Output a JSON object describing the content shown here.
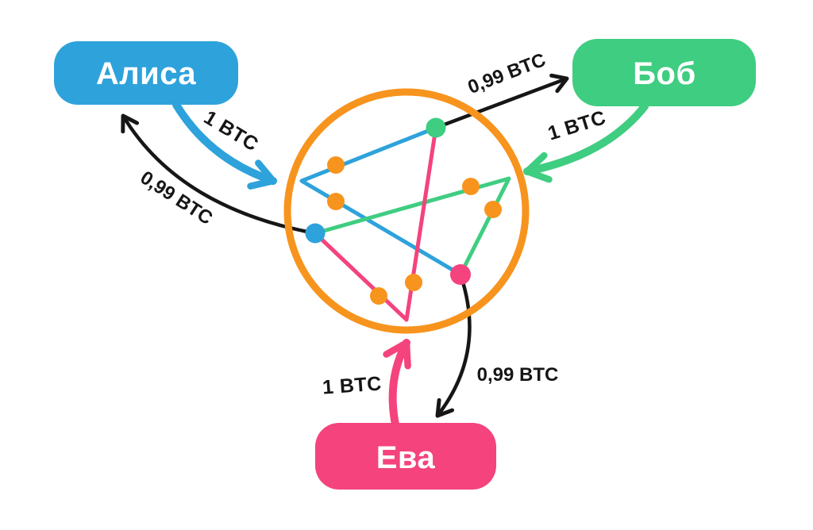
{
  "colors": {
    "alice_blue": "#2EA2DB",
    "bob_green": "#3FCD81",
    "eva_pink": "#F4437D",
    "mixer_orange": "#F7941E",
    "arrow_black": "#161616",
    "label_white": "#FFFFFF",
    "background": "#FFFFFF"
  },
  "participants": {
    "alice": {
      "label": "Алиса"
    },
    "bob": {
      "label": "Боб"
    },
    "eva": {
      "label": "Ева"
    }
  },
  "flows": {
    "alice_to_mixer": {
      "amount": "1 BTC"
    },
    "bob_to_mixer": {
      "amount": "1 BTC"
    },
    "eva_to_mixer": {
      "amount": "1 BTC"
    },
    "mixer_to_alice": {
      "amount": "0,99 BTC"
    },
    "mixer_to_bob": {
      "amount": "0,99 BTC"
    },
    "mixer_to_eva": {
      "amount": "0,99 BTC"
    }
  }
}
